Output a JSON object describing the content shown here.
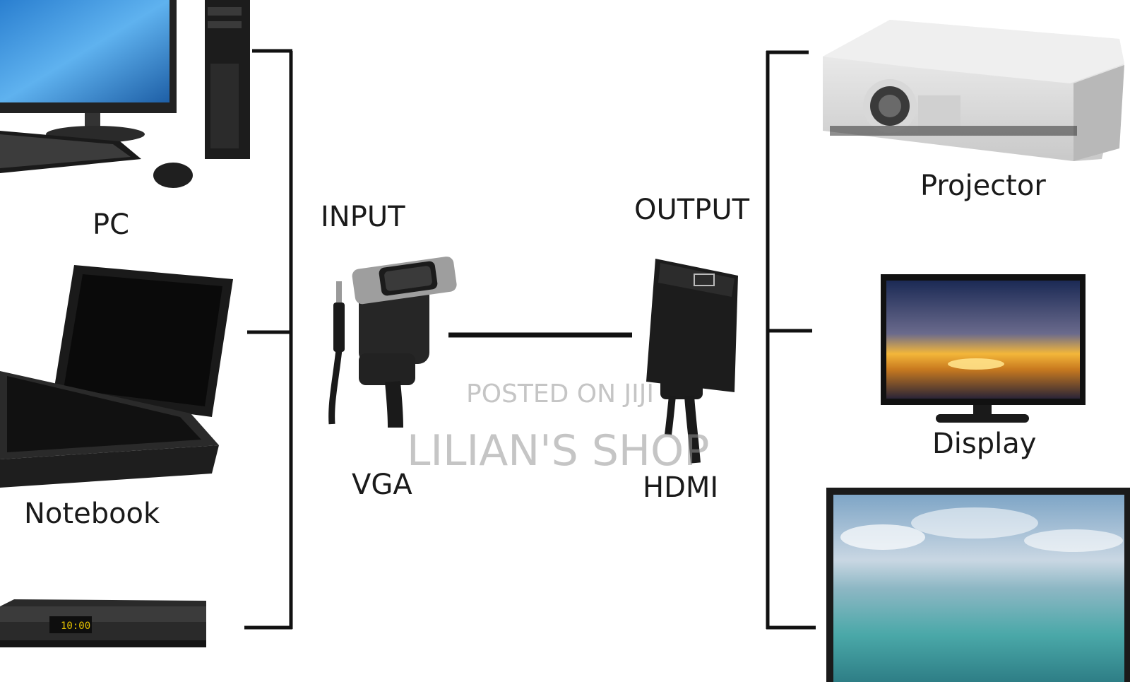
{
  "labels": {
    "pc": "PC",
    "notebook": "Notebook",
    "input": "INPUT",
    "output": "OUTPUT",
    "vga": "VGA",
    "hdmi": "HDMI",
    "projector": "Projector",
    "display": "Display"
  },
  "watermark": {
    "line1": "POSTED ON JIJI",
    "line2": "LILIAN'S SHOP"
  },
  "icons": [
    "desktop-pc-icon",
    "laptop-icon",
    "set-top-box-icon",
    "vga-connector-icon",
    "hdmi-adapter-icon",
    "projector-icon",
    "display-monitor-icon",
    "tv-icon"
  ]
}
